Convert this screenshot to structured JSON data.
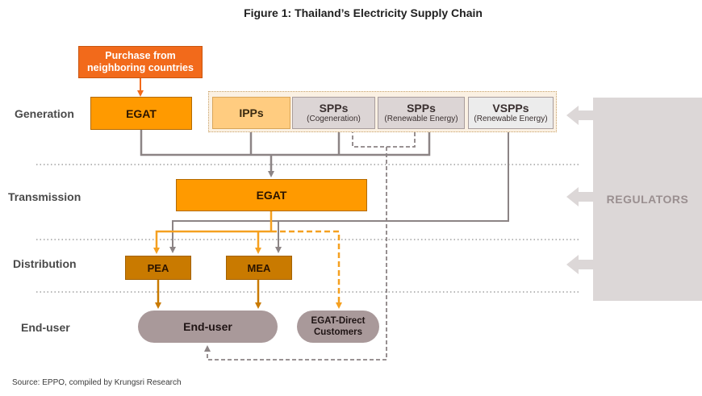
{
  "title": "Figure 1: Thailand’s Electricity Supply Chain",
  "stages": {
    "generation": "Generation",
    "transmission": "Transmission",
    "distribution": "Distribution",
    "end_user": "End-user"
  },
  "nodes": {
    "purchase": "Purchase from neighboring countries",
    "egat_generation": "EGAT",
    "ipps": "IPPs",
    "spps_cogeneration": {
      "main": "SPPs",
      "sub": "(Cogeneration)"
    },
    "spps_renewable": {
      "main": "SPPs",
      "sub": "(Renewable Energy)"
    },
    "vspps_renewable": {
      "main": "VSPPs",
      "sub": "(Renewable Energy)"
    },
    "egat_transmission": "EGAT",
    "pea": "PEA",
    "mea": "MEA",
    "end_user": "End-user",
    "egat_direct": "EGAT-Direct Customers",
    "regulators": "REGULATORS"
  },
  "colors": {
    "purchase": "#F26A1B",
    "egat": "#FF9A00",
    "ipps": "#FFCC80",
    "spps": "#DCD5D5",
    "vspps": "#ECECEC",
    "distribution": "#C97A00",
    "end_user": "#A9999A",
    "regulators": "#DCD7D7",
    "gray_line": "#8C8485",
    "orange_line": "#F5A020",
    "brown_line": "#C97A00"
  },
  "source": "Source: EPPO, compiled by Krungsri Research"
}
